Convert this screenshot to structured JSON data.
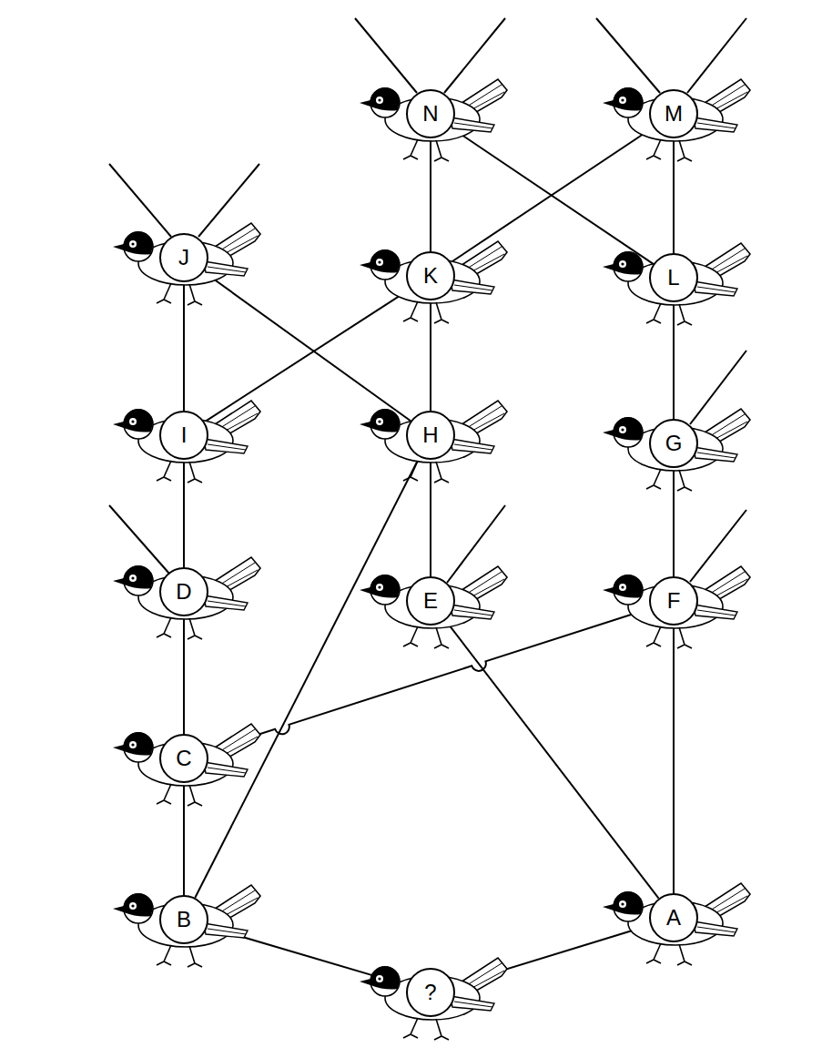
{
  "diagram": {
    "nodes": [
      {
        "text": [
          "N"
        ]
      },
      {
        "text": [
          "M"
        ]
      },
      {
        "text": [
          "J"
        ]
      },
      {
        "text": [
          "K"
        ]
      },
      {
        "text": [
          "L"
        ]
      },
      {
        "text": [
          "I"
        ]
      },
      {
        "text": [
          "H"
        ]
      },
      {
        "text": [
          "G"
        ]
      },
      {
        "text": [
          "D"
        ]
      },
      {
        "text": [
          "E"
        ]
      },
      {
        "text": [
          "F"
        ]
      },
      {
        "text": [
          "C"
        ]
      },
      {
        "text": [
          "B"
        ]
      },
      {
        "text": [
          "A"
        ]
      },
      {
        "text": [
          "?"
        ]
      }
    ],
    "edges": [
      {
        "from": 0,
        "to": 3,
        "arrow": "none"
      },
      {
        "from": 0,
        "to": 4,
        "arrow": "none"
      },
      {
        "from": 1,
        "to": 3,
        "arrow": "none"
      },
      {
        "from": 1,
        "to": 4,
        "arrow": "none"
      },
      {
        "from": 2,
        "to": 5,
        "arrow": "none"
      },
      {
        "from": 2,
        "to": 6,
        "arrow": "none"
      },
      {
        "from": 3,
        "to": 5,
        "arrow": "none"
      },
      {
        "from": 3,
        "to": 6,
        "arrow": "none"
      },
      {
        "from": 4,
        "to": 7,
        "arrow": "none"
      },
      {
        "from": 5,
        "to": 8,
        "arrow": "none"
      },
      {
        "from": 6,
        "to": 9,
        "arrow": "none"
      },
      {
        "from": 6,
        "to": 12,
        "arrow": "none"
      },
      {
        "from": 7,
        "to": 10,
        "arrow": "none"
      },
      {
        "from": 8,
        "to": 11,
        "arrow": "none"
      },
      {
        "from": 9,
        "to": 13,
        "arrow": "none"
      },
      {
        "from": 10,
        "to": 11,
        "arrow": "none"
      },
      {
        "from": 10,
        "to": 13,
        "arrow": "none"
      },
      {
        "from": 11,
        "to": 12,
        "arrow": "none"
      },
      {
        "from": 12,
        "to": 14,
        "arrow": "none"
      },
      {
        "from": 13,
        "to": 14,
        "arrow": "none"
      }
    ]
  }
}
